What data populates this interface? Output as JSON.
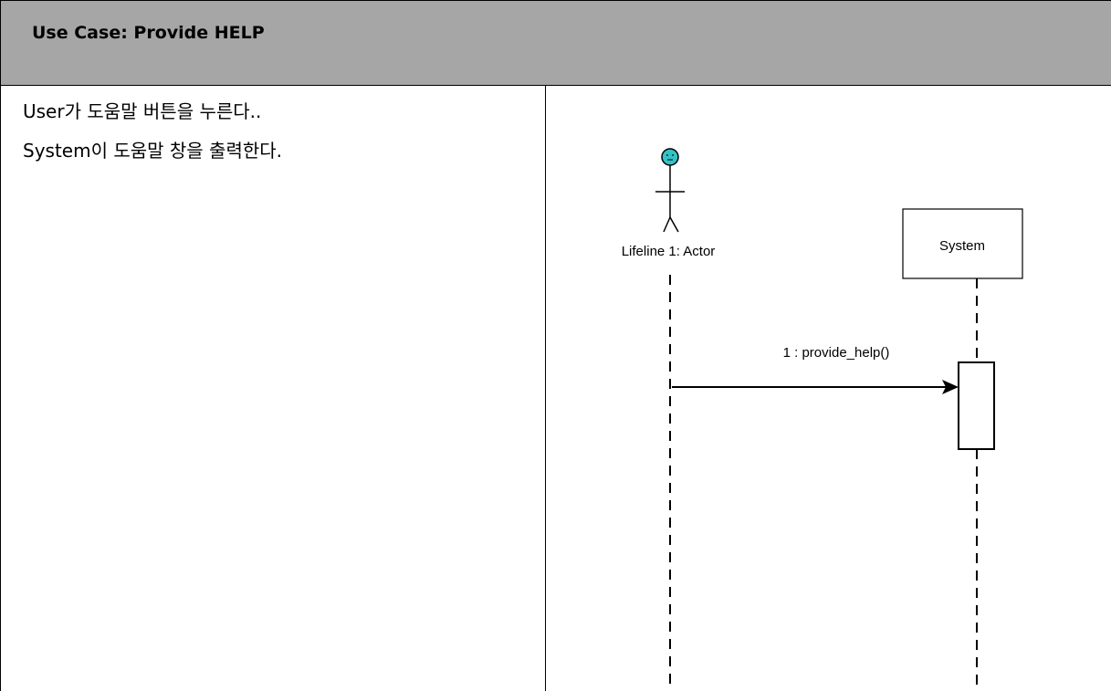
{
  "header": {
    "title": "Use Case: Provide HELP"
  },
  "steps": [
    "User가 도움말 버튼을 누른다..",
    "System이 도움말 창을 출력한다."
  ],
  "diagram": {
    "actor_label": "Lifeline 1: Actor",
    "system_label": "System",
    "message_label": "1 : provide_help()",
    "actor_head_color": "#33c2c6"
  }
}
